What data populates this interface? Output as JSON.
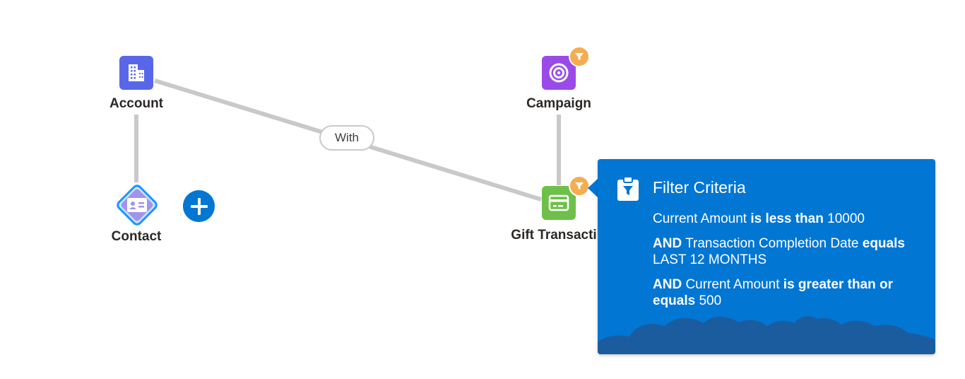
{
  "nodes": {
    "account": {
      "label": "Account",
      "color": "#5867e8"
    },
    "contact": {
      "label": "Contact",
      "color": "#a094ed"
    },
    "campaign": {
      "label": "Campaign",
      "color": "#9a4ae6"
    },
    "gift_transaction": {
      "label": "Gift Transacti",
      "color": "#6fc04a"
    }
  },
  "join": {
    "label": "With"
  },
  "popover": {
    "title": "Filter Criteria",
    "lines": [
      {
        "parts": [
          {
            "text": "Current Amount "
          },
          {
            "text": "is less than",
            "bold": true
          },
          {
            "text": " 10000"
          }
        ]
      },
      {
        "parts": [
          {
            "text": "AND",
            "bold": true
          },
          {
            "text": " Transaction Completion Date "
          },
          {
            "text": "equals",
            "bold": true
          },
          {
            "text": " LAST 12 MONTHS"
          }
        ]
      },
      {
        "parts": [
          {
            "text": "AND",
            "bold": true
          },
          {
            "text": " Current Amount "
          },
          {
            "text": "is greater than or equals",
            "bold": true
          },
          {
            "text": " 500"
          }
        ]
      }
    ]
  },
  "colors": {
    "popover_bg": "#0176d3",
    "cloud": "#1b5c9e",
    "edge": "#c9c9c9",
    "filter_badge": "#f4ad51",
    "add_button": "#0176d3"
  },
  "icons": {
    "account": "building-icon",
    "contact": "contact-card-icon",
    "campaign": "target-icon",
    "gift_transaction": "credit-card-icon",
    "filter": "filter-icon",
    "add": "plus-icon",
    "popover": "clipboard-filter-icon"
  }
}
